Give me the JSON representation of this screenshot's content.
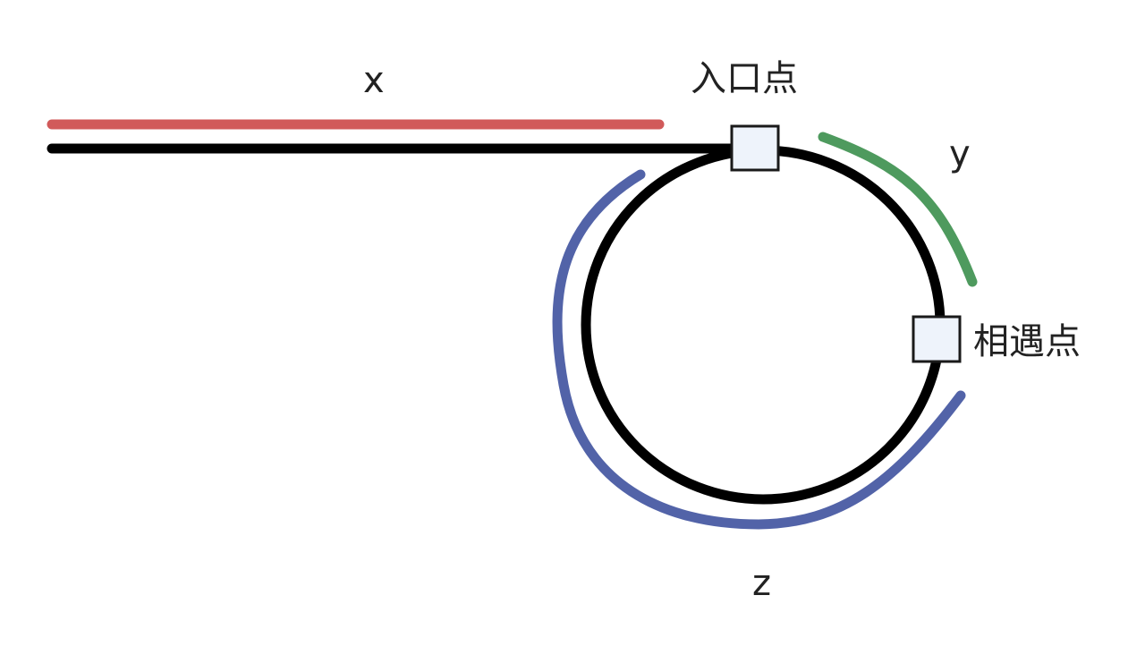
{
  "labels": {
    "x": "x",
    "y": "y",
    "z": "z",
    "entry_point": "入口点",
    "meeting_point": "相遇点"
  },
  "colors": {
    "background": "#ffffff",
    "track": "#000000",
    "x_segment": "#d15a5a",
    "y_segment": "#4e9a5e",
    "z_segment": "#5263a8",
    "node_fill": "#eef3fb",
    "node_stroke": "#1a1a1a",
    "text": "#222222"
  }
}
